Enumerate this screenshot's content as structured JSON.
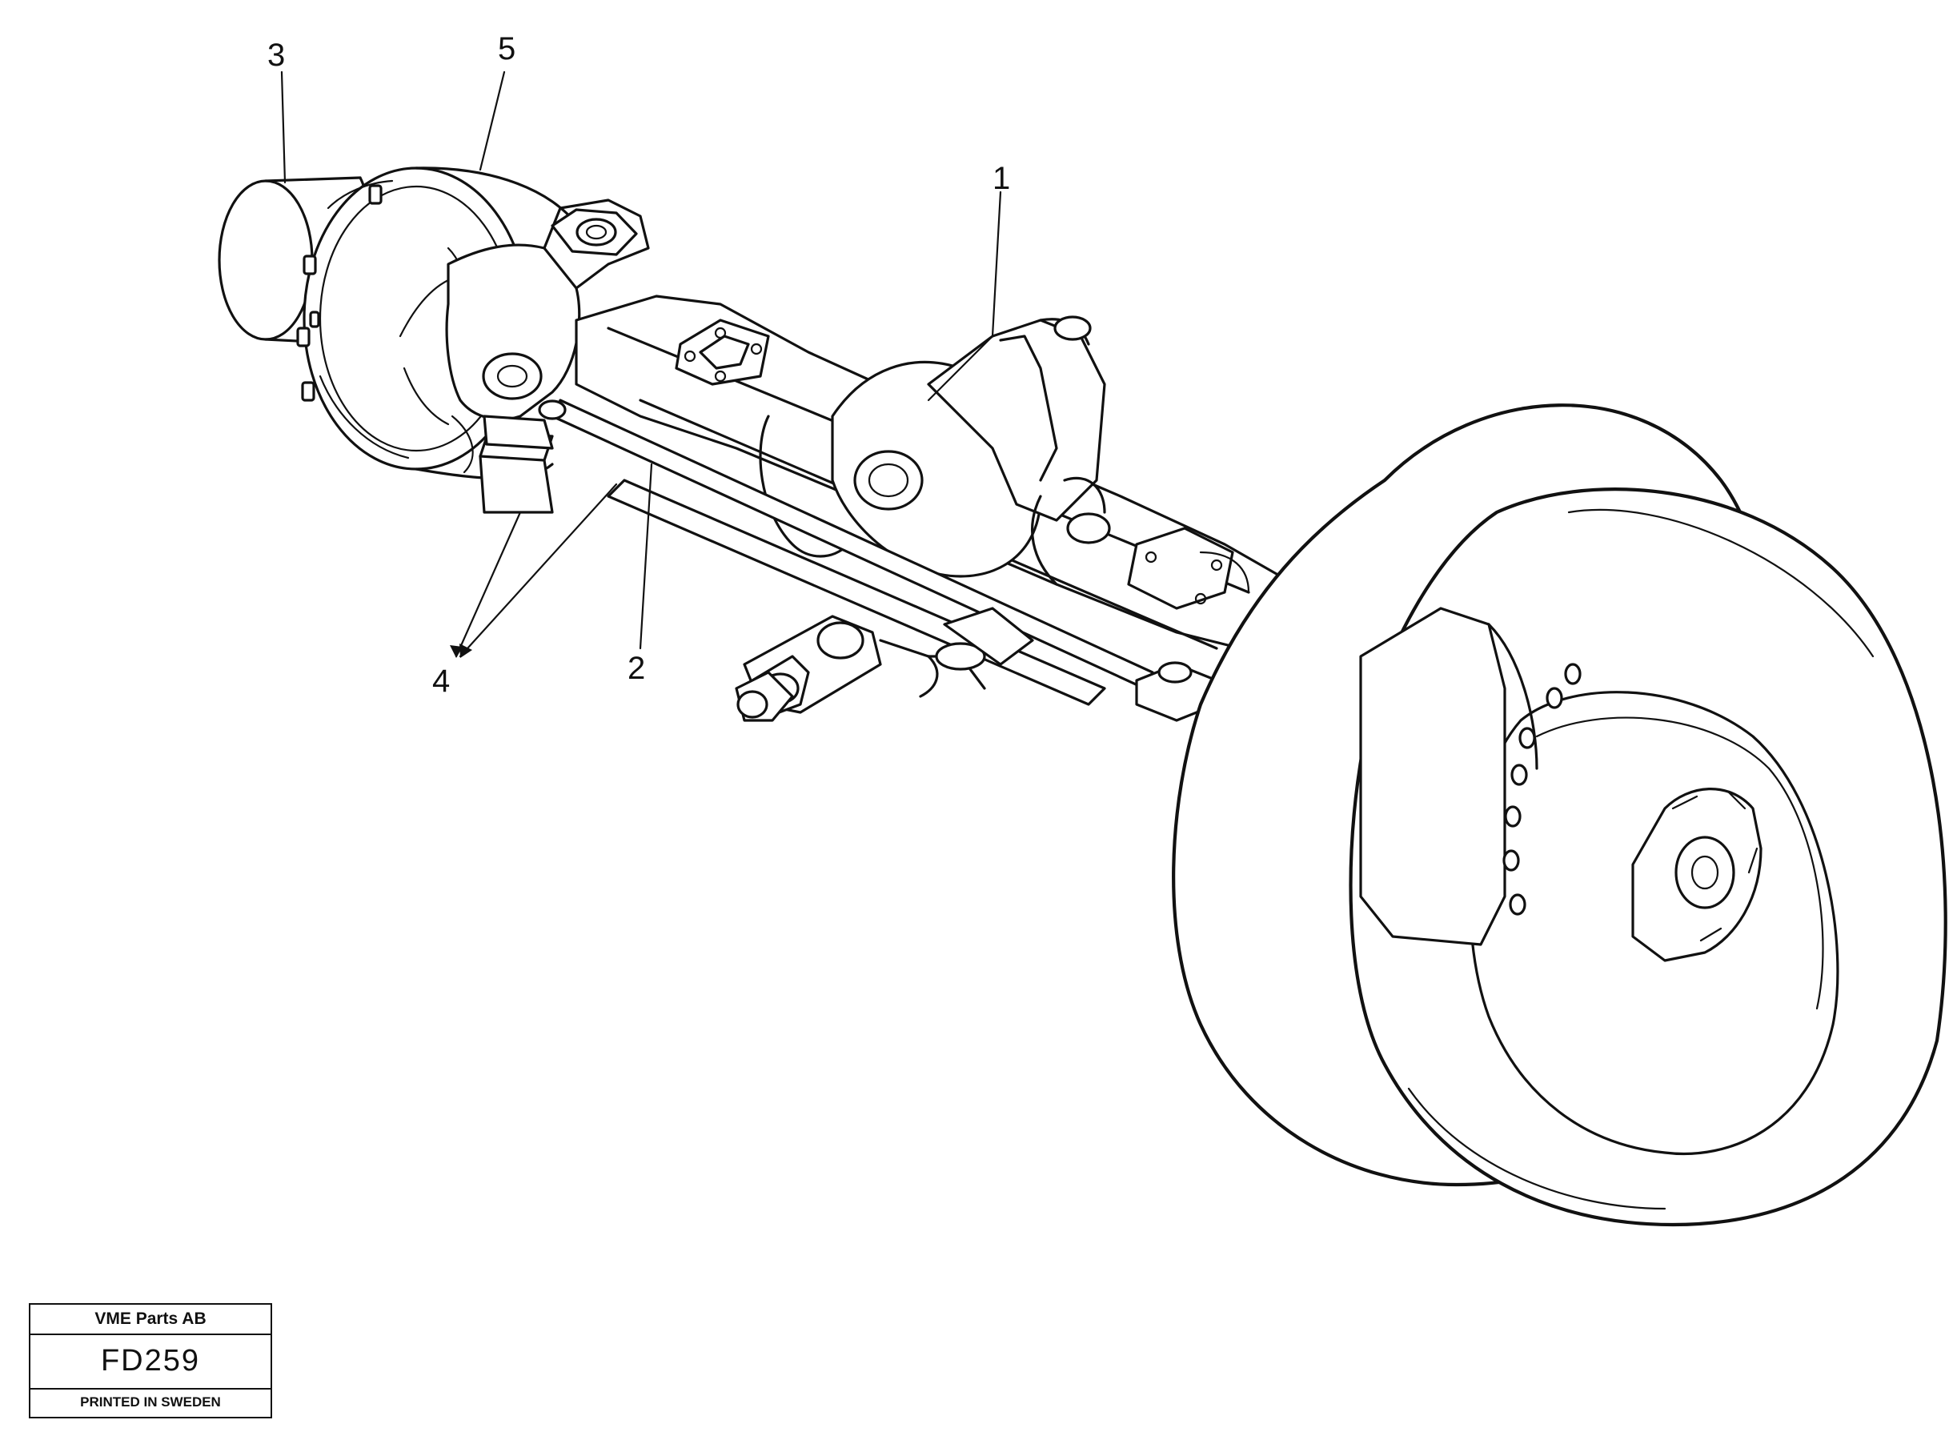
{
  "diagram": {
    "callouts": [
      {
        "id": "1",
        "label": "1"
      },
      {
        "id": "2",
        "label": "2"
      },
      {
        "id": "3",
        "label": "3"
      },
      {
        "id": "4",
        "label": "4"
      },
      {
        "id": "5",
        "label": "5"
      }
    ]
  },
  "title_block": {
    "company": "VME Parts AB",
    "code": "FD259",
    "printed": "PRINTED IN SWEDEN"
  }
}
